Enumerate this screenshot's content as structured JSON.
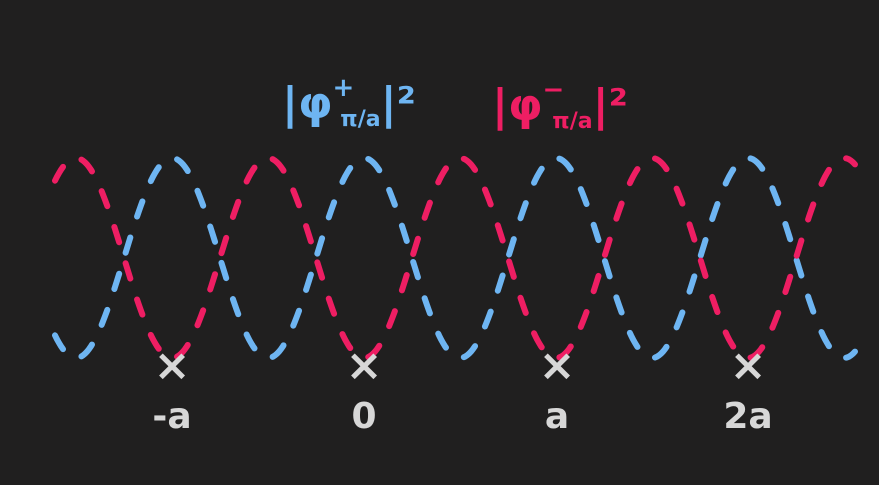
{
  "legend": {
    "plus_label": {
      "base": "|φ",
      "sup": "+",
      "sub": "π/a",
      "tail": "|²"
    },
    "minus_label": {
      "base": "|φ",
      "sup": "−",
      "sub": "π/a",
      "tail": "|²"
    }
  },
  "lattice": {
    "sites": [
      {
        "label": "-a"
      },
      {
        "label": "0"
      },
      {
        "label": "a"
      },
      {
        "label": "2a"
      }
    ],
    "site_marker": "×"
  },
  "colors": {
    "background": "#201f1f",
    "plus_curve": "#6eb5f2",
    "minus_curve": "#ee1e63",
    "markers": "#d7d7d7"
  }
}
